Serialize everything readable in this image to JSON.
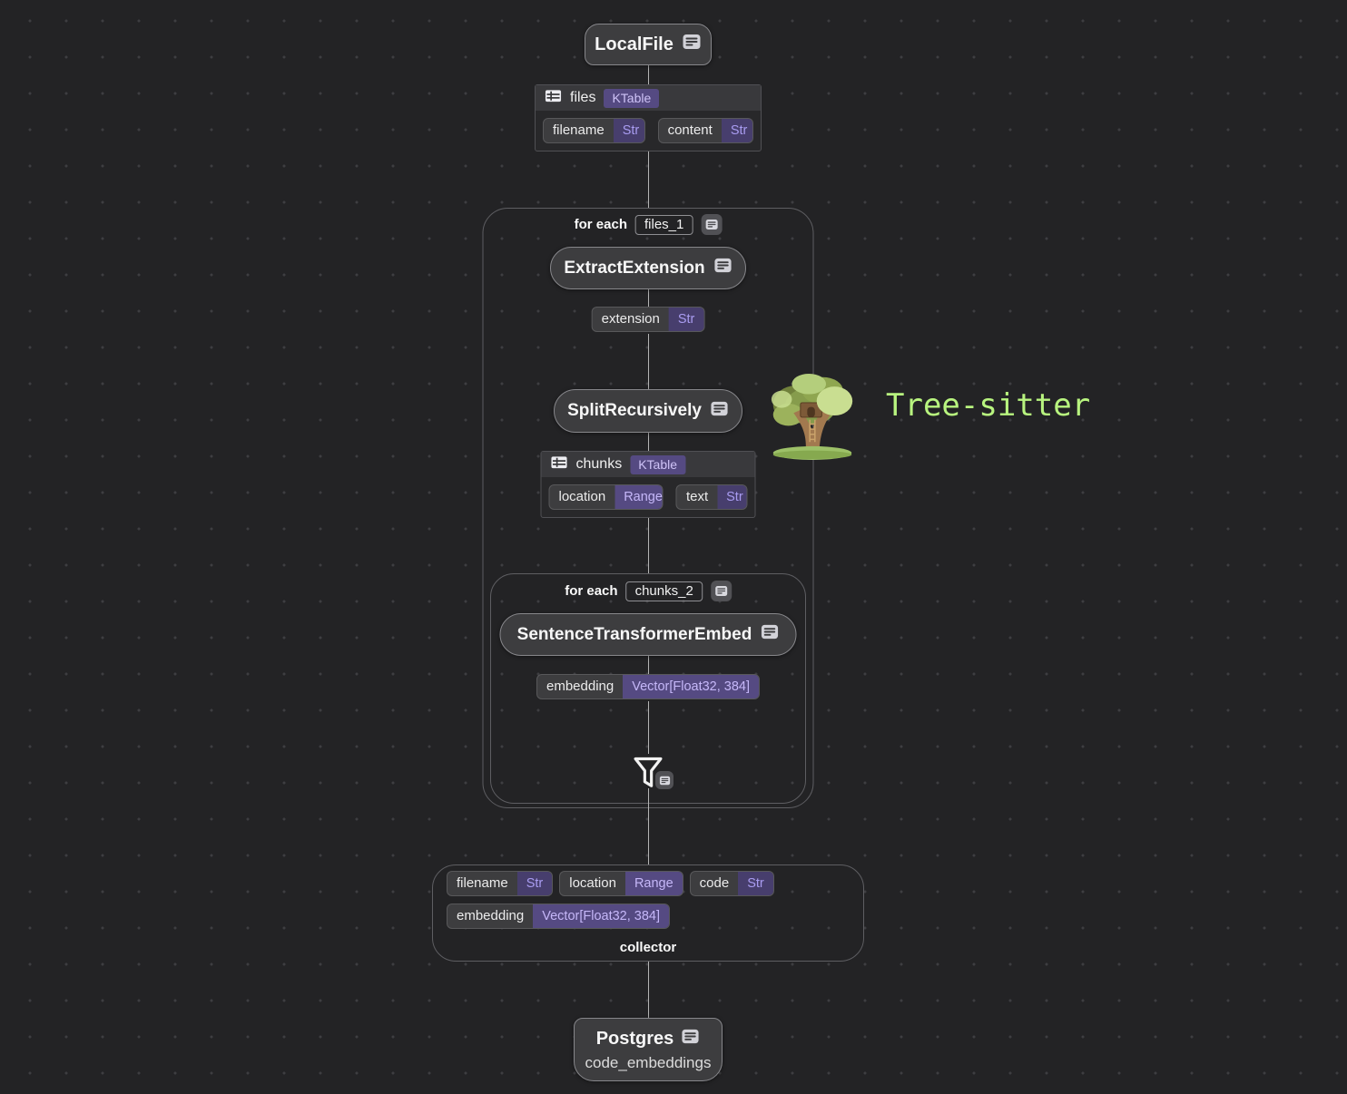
{
  "nodes": {
    "local_file": {
      "label": "LocalFile"
    },
    "extract_extension": {
      "label": "ExtractExtension"
    },
    "split_recursively": {
      "label": "SplitRecursively"
    },
    "sentence_transformer_embed": {
      "label": "SentenceTransformerEmbed"
    },
    "postgres": {
      "label": "Postgres",
      "target_name": "code_embeddings"
    }
  },
  "tables": {
    "files": {
      "name": "files",
      "kind": "KTable",
      "fields": [
        {
          "name": "filename",
          "type": "Str"
        },
        {
          "name": "content",
          "type": "Str"
        }
      ]
    },
    "chunks": {
      "name": "chunks",
      "kind": "KTable",
      "fields": [
        {
          "name": "location",
          "type": "Range"
        },
        {
          "name": "text",
          "type": "Str"
        }
      ]
    }
  },
  "groups": {
    "outer": {
      "label": "for each",
      "arg": "files_1"
    },
    "inner": {
      "label": "for each",
      "arg": "chunks_2"
    }
  },
  "outputs": {
    "extension": {
      "name": "extension",
      "type": "Str"
    },
    "embedding": {
      "name": "embedding",
      "type": "Vector[Float32, 384]"
    }
  },
  "collector": {
    "label": "collector",
    "fields": [
      {
        "name": "filename",
        "type": "Str"
      },
      {
        "name": "location",
        "type": "Range"
      },
      {
        "name": "code",
        "type": "Str"
      },
      {
        "name": "embedding",
        "type": "Vector[Float32, 384]"
      }
    ]
  },
  "annotation": {
    "label": "Tree-sitter"
  },
  "colors": {
    "background": "#232325",
    "grid_dot": "#3e3e41",
    "node_background": "#3d3d3f",
    "node_border": "#87878b",
    "type_badge_background": "#554a82",
    "type_badge_text": "#c5b7f8",
    "str_badge_background": "#473e6d",
    "str_badge_text": "#a99cf1",
    "annotation_green": "#b8f47f",
    "edge": "#b4b4b4"
  }
}
